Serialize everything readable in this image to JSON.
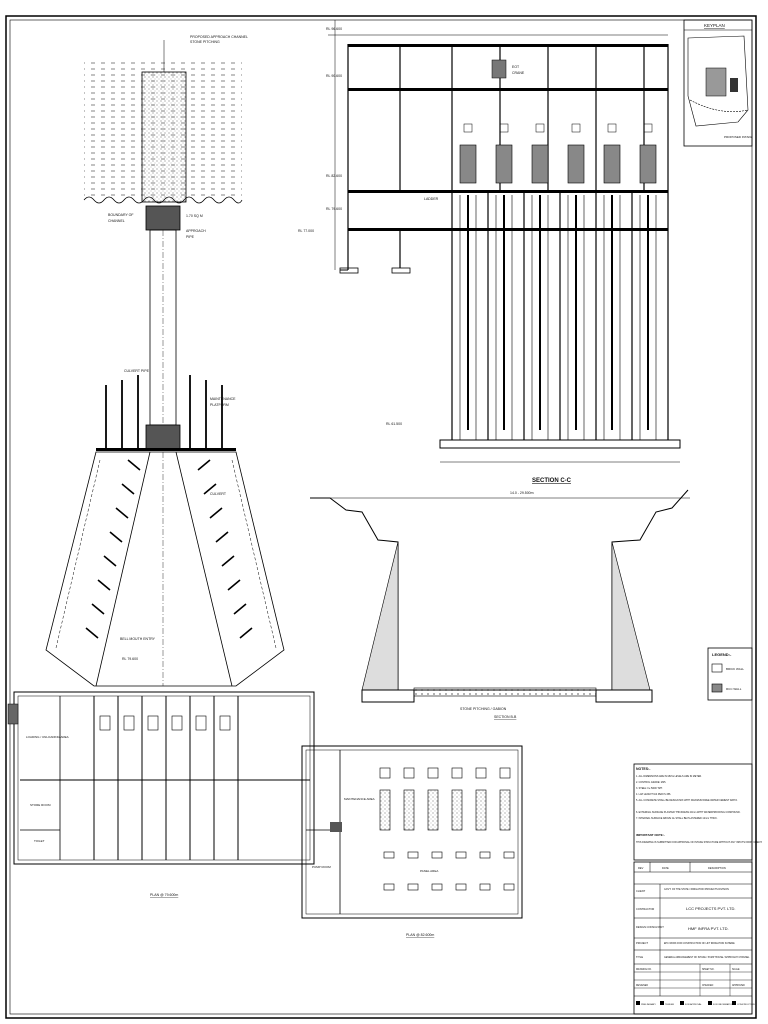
{
  "keyplan": {
    "title": "KEYPLAN",
    "label": "PROPOSED INTAKE"
  },
  "sections": {
    "cc_title": "SECTION C-C",
    "bb_title": "SECTION B-B",
    "levels": [
      "RL 96.600",
      "RL 90.600",
      "RL 82.600",
      "RL 79.600",
      "RL 77.000",
      "RL 61.500"
    ],
    "ladder": "LADDER",
    "stone_pitching": "STONE PITCHING / GABION",
    "span": "14.0 - 29.500m"
  },
  "plans": {
    "plan_a": "PLAN @ 79.600m",
    "plan_b": "PLAN @ 82.600m",
    "wagon": "LOADING / UNLOADING AREA",
    "store": "STORE ROOM",
    "toilet": "TOILET",
    "panel": "PANEL AREA",
    "maintenance": "MAINTENANCE AREA",
    "pump_room": "PUMP ROOM"
  },
  "legend": {
    "title": "LEGEND:-",
    "items": [
      "BRICK WALL",
      "RCC WALL"
    ]
  },
  "notes": {
    "title": "NOTES:-",
    "lines": [
      "1. ALL DIMENSIONS ARE IN MM & LEVELS ARE IN METER.",
      "2. CONTROL GRADE: M25.",
      "3. STEEL: Fe 500D TMT.",
      "4. LAP LENGTH AS PER IS 456.",
      "5. ALL CONCRETE SHALL BE DESIGN MIX WITH MAXIMUM FREE WATER CEMENT RATIO.",
      "6. EXTERNAL SURFACE PLASTER THICKNESS 20mm WITH WATERPROOFING COMPOUND.",
      "7. INTERNAL SURFACE ABOVE GL SHALL BE PLASTERED 12mm THICK."
    ],
    "important_title": "IMPORTANT NOTE:-",
    "important_text": "THIS DRAWING IS SUBMITTED FOR APPROVAL OF INTAKE STRUCTURE WITHOUT ANY INPUTS FROM CLIENT."
  },
  "title_block": {
    "rev_header": [
      "REV",
      "DATE",
      "DESCRIPTION"
    ],
    "client_label": "CLIENT",
    "client_value": "GOVT. OF THE STATE / IRRIGATION PROJECTS DIVISION",
    "contractor_label": "CONTRACTOR",
    "contractor_value": "LCC PROJECTS PVT. LTD.",
    "consultant_label": "DESIGN CONSULTANT",
    "consultant_value": "HMF INFRA PVT. LTD.",
    "project_label": "PROJECT",
    "project_value": "EPC WORK FOR CONSTRUCTION OF LIFT IRRIGATION SCHEME",
    "title_label": "TITLE",
    "title_value": "GENERAL ARRANGEMENT OF INTAKE / PUMP HOUSE / APPROACH CHANNEL",
    "meta": [
      "DRAWING NO.",
      "SHEET NO.",
      "SCALE",
      "DESIGNED",
      "CHECKED",
      "APPROVED"
    ],
    "status": [
      "PRELIMINARY",
      "TENDER",
      "FOR APPROVAL",
      "FOR INFORMATION",
      "CONSTRUCTION"
    ]
  }
}
